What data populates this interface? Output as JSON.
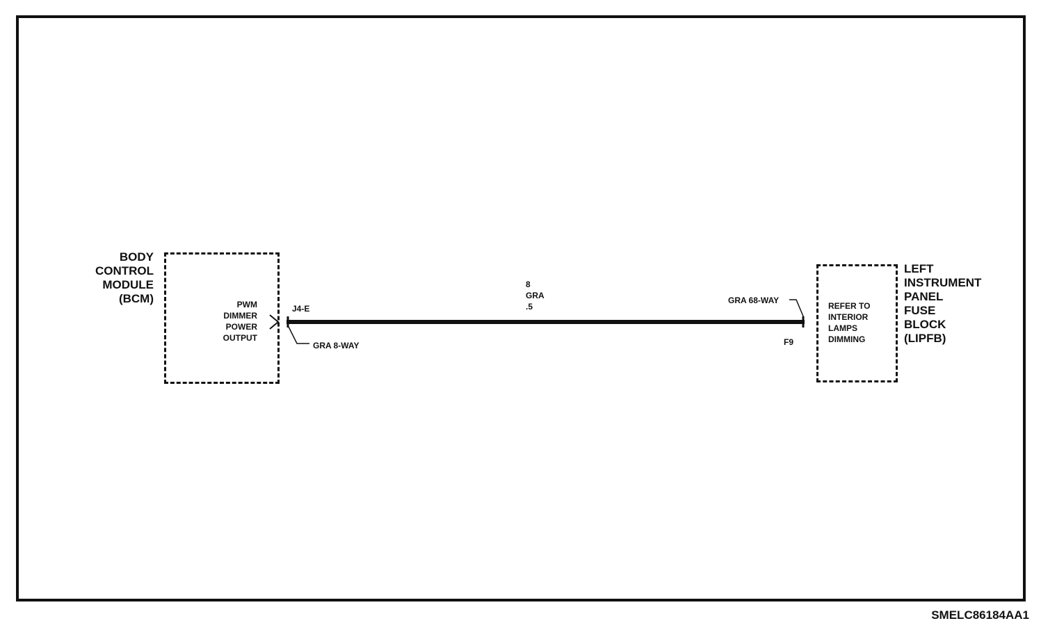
{
  "bcm": {
    "name_lines": [
      "BODY",
      "CONTROL",
      "MODULE",
      "(BCM)"
    ],
    "function_lines": [
      "PWM",
      "DIMMER",
      "POWER",
      "OUTPUT"
    ],
    "pin": "J4-E",
    "connector": "GRA 8-WAY"
  },
  "wire": {
    "circuit": "8",
    "color": "GRA",
    "size": ".5"
  },
  "lipfb": {
    "name_lines": [
      "LEFT",
      "INSTRUMENT",
      "PANEL",
      "FUSE",
      "BLOCK",
      "(LIPFB)"
    ],
    "refer_lines": [
      "REFER TO",
      "INTERIOR",
      "LAMPS",
      "DIMMING"
    ],
    "pin": "F9",
    "connector": "GRA 68-WAY"
  },
  "drawing_code": "SMELC86184AA1"
}
